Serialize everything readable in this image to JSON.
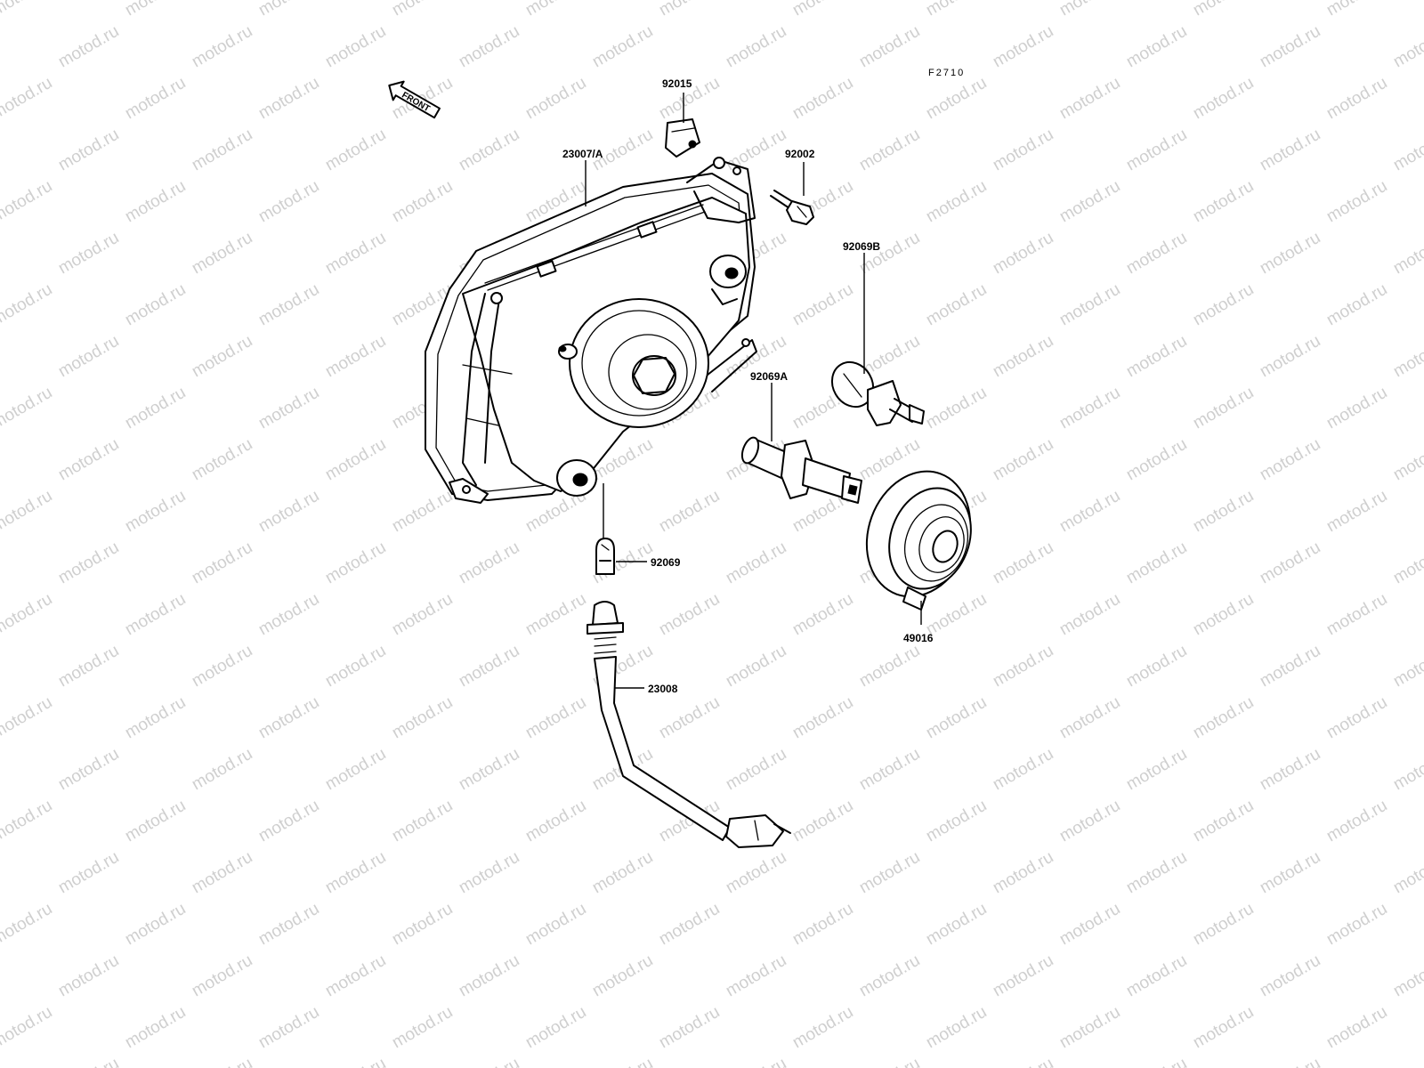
{
  "figure_code": "F2710",
  "front_label": "FRONT",
  "watermark_text": "motod.ru",
  "parts": {
    "headlight_unit": "23007/A",
    "bracket_clip": "92015",
    "bolt": "92002",
    "bulb_b": "92069B",
    "bulb_a": "92069A",
    "socket_cover": "49016",
    "position_bulb": "92069",
    "socket_harness": "23008"
  }
}
